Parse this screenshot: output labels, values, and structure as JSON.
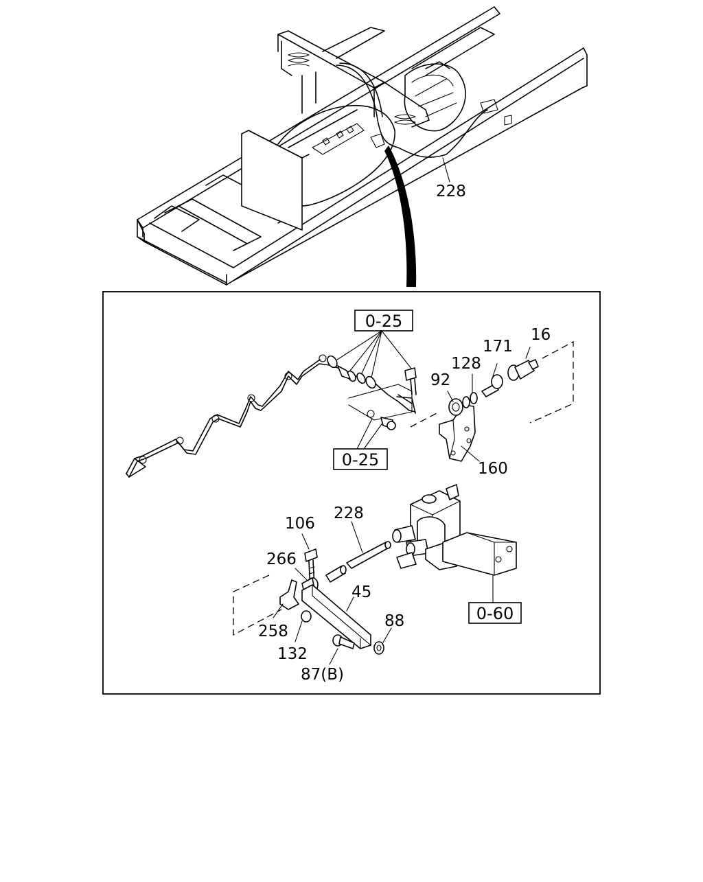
{
  "diagram": {
    "callouts": {
      "p228_top": "228",
      "p16": "16",
      "p171": "171",
      "p128": "128",
      "p92": "92",
      "p160": "160",
      "p106": "106",
      "p228_mid": "228",
      "p266": "266",
      "p45": "45",
      "p88": "88",
      "p258": "258",
      "p132": "132",
      "p87b": "87(B)"
    },
    "references": {
      "ref_top": "0-25",
      "ref_mid": "0-25",
      "ref_bottom": "0-60"
    }
  }
}
